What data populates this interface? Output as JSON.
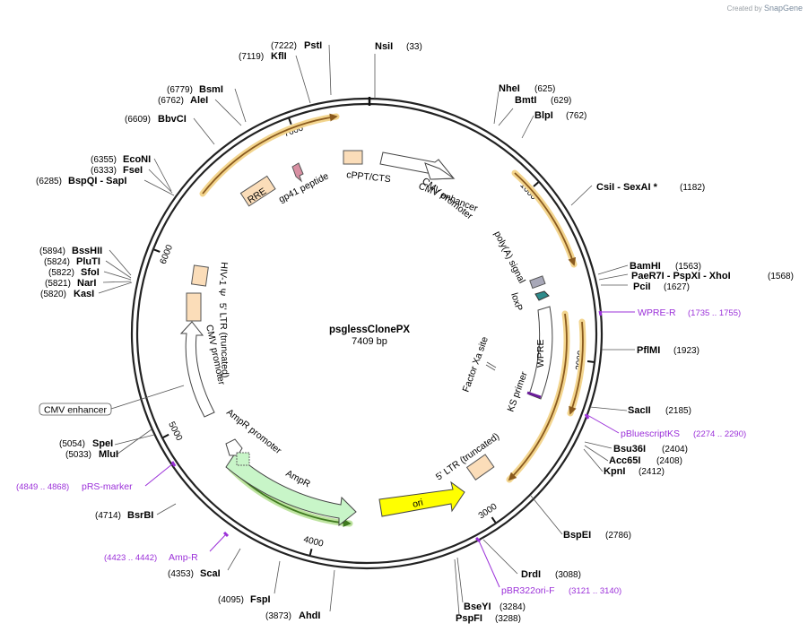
{
  "brand": {
    "prefix": "Created by",
    "name": "SnapGene"
  },
  "plasmid": {
    "name": "psglessClonePX",
    "size": 7409,
    "size_label": "7409 bp"
  },
  "ring_ticks": [
    {
      "pos": 1000,
      "label": "1000"
    },
    {
      "pos": 2000,
      "label": "2000"
    },
    {
      "pos": 3000,
      "label": "3000"
    },
    {
      "pos": 4000,
      "label": "4000"
    },
    {
      "pos": 5000,
      "label": "5000"
    },
    {
      "pos": 6000,
      "label": "6000"
    },
    {
      "pos": 7000,
      "label": "7000"
    }
  ],
  "sites": [
    {
      "name": "NsiI",
      "pos": "(33)"
    },
    {
      "name": "NheI",
      "pos": "(625)"
    },
    {
      "name": "BmtI",
      "pos": "(629)"
    },
    {
      "name": "BlpI",
      "pos": "(762)"
    },
    {
      "name": "CsiI  - SexAI *",
      "pos": "(1182)"
    },
    {
      "name": "BamHI",
      "pos": "(1563)"
    },
    {
      "name": "PaeR7I  - PspXI  - XhoI",
      "pos": "(1568)"
    },
    {
      "name": "PciI",
      "pos": "(1627)"
    },
    {
      "name": "PflMI",
      "pos": "(1923)"
    },
    {
      "name": "SacII",
      "pos": "(2185)"
    },
    {
      "name": "Bsu36I",
      "pos": "(2404)"
    },
    {
      "name": "Acc65I",
      "pos": "(2408)"
    },
    {
      "name": "KpnI",
      "pos": "(2412)"
    },
    {
      "name": "BspEI",
      "pos": "(2786)"
    },
    {
      "name": "DrdI",
      "pos": "(3088)"
    },
    {
      "name": "BseYI",
      "pos": "(3284)"
    },
    {
      "name": "PspFI",
      "pos": "(3288)"
    },
    {
      "name": "AhdI",
      "pos": "(3873)"
    },
    {
      "name": "FspI",
      "pos": "(4095)"
    },
    {
      "name": "ScaI",
      "pos": "(4353)"
    },
    {
      "name": "BsrBI",
      "pos": "(4714)"
    },
    {
      "name": "SpeI",
      "pos": "(5054)"
    },
    {
      "name": "MluI",
      "pos": "(5033)"
    },
    {
      "name": "BssHII",
      "pos": "(5894)"
    },
    {
      "name": "PluTI",
      "pos": "(5824)"
    },
    {
      "name": "SfoI",
      "pos": "(5822)"
    },
    {
      "name": "NarI",
      "pos": "(5821)"
    },
    {
      "name": "KasI",
      "pos": "(5820)"
    },
    {
      "name": "EcoNI",
      "pos": "(6355)"
    },
    {
      "name": "FseI",
      "pos": "(6333)"
    },
    {
      "name": "BspQI  - SapI",
      "pos": "(6285)"
    },
    {
      "name": "BbvCI",
      "pos": "(6609)"
    },
    {
      "name": "BsmI",
      "pos": "(6779)"
    },
    {
      "name": "AleI",
      "pos": "(6762)"
    },
    {
      "name": "KflI",
      "pos": "(7119)"
    },
    {
      "name": "PstI",
      "pos": "(7222)"
    }
  ],
  "primers": [
    {
      "name": "WPRE-R",
      "range": "(1735 .. 1755)"
    },
    {
      "name": "pBluescriptKS",
      "range": "(2274 .. 2290)"
    },
    {
      "name": "pBR322ori-F",
      "range": "(3121 .. 3140)"
    },
    {
      "name": "Amp-R",
      "range": "(4423 .. 4442)"
    },
    {
      "name": "pRS-marker",
      "range": "(4849 .. 4868)"
    }
  ],
  "features": {
    "cmv_enhancer_top": "CMV enhancer",
    "cmv_promoter_top": "CMV promoter",
    "cppt": "cPPT/CTS",
    "gp41": "gp41 peptide",
    "rre": "RRE",
    "polya": "poly(A) signal",
    "loxp": "loxP",
    "wpre": "WPRE",
    "ks_primer": "KS primer",
    "factor_xa": "Factor Xa site",
    "ltr3": "5' LTR (truncated)",
    "ori": "ori",
    "ampr": "AmpR",
    "ampr_promoter": "AmpR promoter",
    "cmv_promoter_left": "CMV promoter",
    "ltr5": "5' LTR (truncated)",
    "hiv_psi": "HIV-1 Ψ",
    "cmv_enhancer_left": "CMV enhancer"
  },
  "colors": {
    "backbone": "#222222",
    "orf_highlight": "#f3d58e",
    "orf_arrow": "#8a5a1e",
    "ampr_fill": "#c8f5c8",
    "ampr_highlight": "#7bb95a",
    "ori_fill": "#ffff00",
    "feature_box": "#fbddb9",
    "primer": "#9b30d9",
    "loxp": "#2e8b8b",
    "polya": "#a8a8b8",
    "gp41": "#d88fa2"
  }
}
